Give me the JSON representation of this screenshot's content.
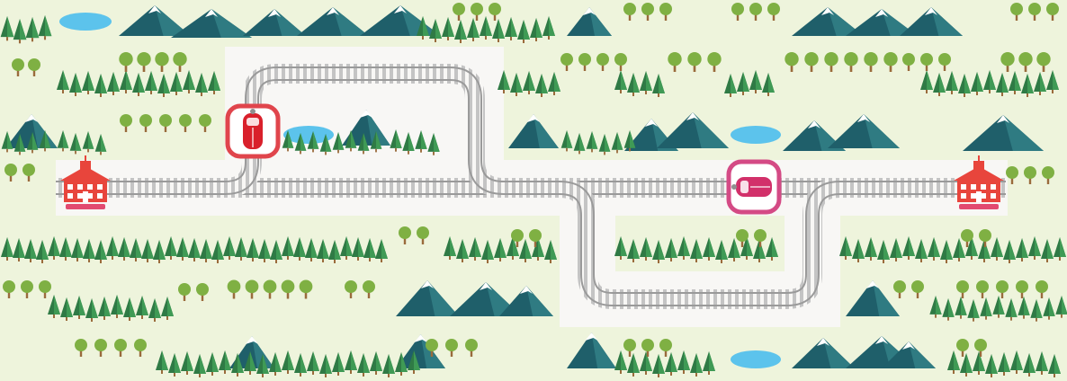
{
  "colors": {
    "ground": "#eef4dc",
    "track_bed": "#f8f7f5",
    "rail": "#9a9a9a",
    "tie": "#c4c4c4",
    "tree_dark": "#2f7a45",
    "tree_light": "#3f9a55",
    "round_tree": "#7fb043",
    "trunk": "#9a6b3c",
    "mountain": "#1f5f6a",
    "mountain_shade": "#2f7b82",
    "snow": "#ffffff",
    "lake": "#5cc3ec",
    "station": "#e8453c",
    "station_base": "#e24a70",
    "train_red": "#d9202b",
    "frame_red": "#e0454c",
    "frame_pink": "#d44a85",
    "train_pink": "#d2306a"
  },
  "stations": [
    {
      "id": "left",
      "icon": "station-icon"
    },
    {
      "id": "right",
      "icon": "station-icon"
    }
  ],
  "trains": [
    {
      "id": "red-train",
      "icon": "train-icon",
      "facing": "up",
      "color": "train_red",
      "frame": "frame_red"
    },
    {
      "id": "pink-train",
      "icon": "train-icon",
      "facing": "left",
      "color": "train_pink",
      "frame": "frame_pink"
    }
  ]
}
